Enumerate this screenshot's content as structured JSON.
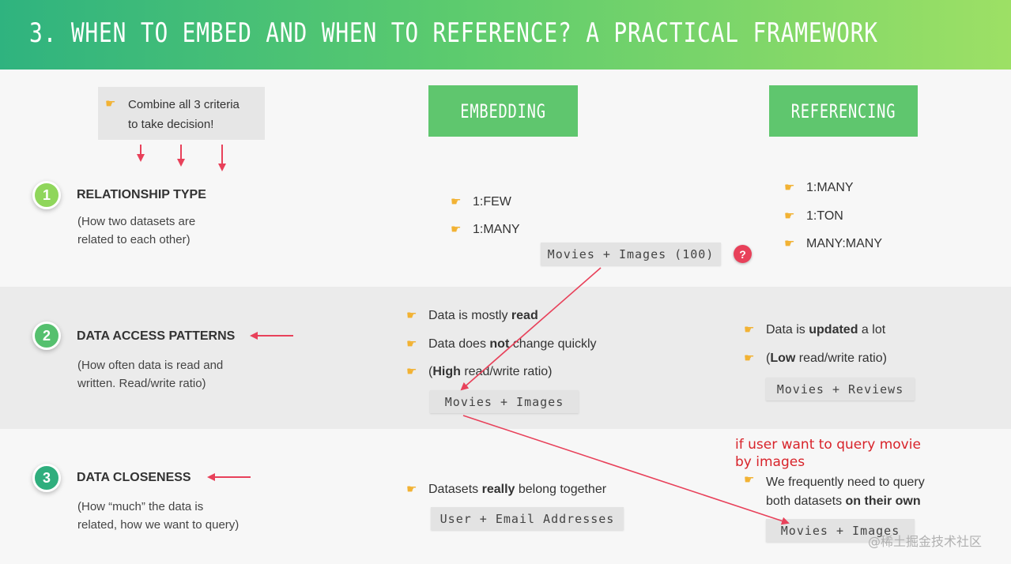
{
  "header": {
    "title": "3. WHEN TO EMBED AND WHEN TO REFERENCE? A PRACTICAL FRAMEWORK"
  },
  "criteria_note": {
    "line1": "Combine all 3 criteria",
    "line2": "to take decision!"
  },
  "columns": {
    "embedding": "EMBEDDING",
    "referencing": "REFERENCING"
  },
  "rows": [
    {
      "number": "1",
      "title": "RELATIONSHIP TYPE",
      "desc_line1": "(How two datasets are",
      "desc_line2": "related to each other)",
      "embedding": {
        "items": [
          "1:FEW",
          "1:MANY"
        ],
        "example": "Movies + Images (100)"
      },
      "referencing": {
        "items": [
          "1:MANY",
          "1:TON",
          "MANY:MANY"
        ]
      }
    },
    {
      "number": "2",
      "title": "DATA ACCESS PATTERNS",
      "desc_line1": "(How often data is read and",
      "desc_line2": "written. Read/write ratio)",
      "embedding": {
        "item1": {
          "pre": "Data is mostly ",
          "bold": "read"
        },
        "item2": {
          "pre": "Data does ",
          "bold": "not",
          "post": " change quickly"
        },
        "item3": {
          "pre": "(",
          "bold": "High",
          "post": " read/write ratio)"
        },
        "example": "Movies + Images"
      },
      "referencing": {
        "item1": {
          "pre": "Data is ",
          "bold": "updated",
          "post": " a lot"
        },
        "item2": {
          "pre": "(",
          "bold": "Low",
          "post": " read/write ratio)"
        },
        "example": "Movies + Reviews"
      }
    },
    {
      "number": "3",
      "title": "DATA CLOSENESS",
      "desc_line1": "(How “much” the data is",
      "desc_line2": "related, how we want to query)",
      "embedding": {
        "item1": {
          "pre": "Datasets ",
          "bold": "really",
          "post": " belong together"
        },
        "example": "User + Email Addresses"
      },
      "referencing": {
        "line1": "We frequently need to query",
        "line2_pre": "both datasets ",
        "line2_bold": "on their own",
        "example": "Movies + Images"
      }
    }
  ],
  "question_mark": "?",
  "annotation": {
    "line1": "if user want to query movie",
    "line2": "by images"
  },
  "watermark": "@稀土掘金技术社区",
  "icons": {
    "pointer": "pointing-hand-icon"
  },
  "colors": {
    "header_start": "#2fb37f",
    "header_end": "#9de065",
    "column_header": "#5fc66e",
    "circle1": "#8fd65b",
    "circle2": "#55c06e",
    "circle3": "#2fae7d",
    "arrow": "#e8415a",
    "annotation": "#d8232a"
  }
}
